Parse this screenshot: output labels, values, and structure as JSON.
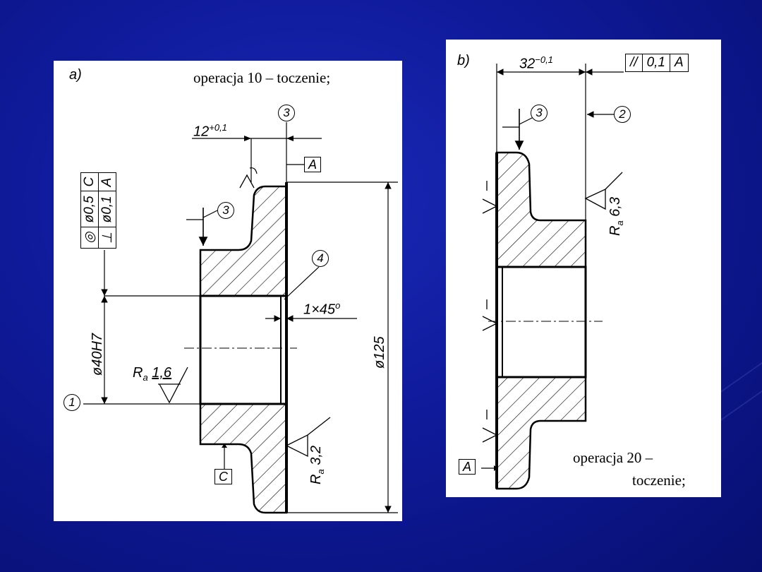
{
  "panel_a": {
    "label": "a)",
    "operation": "operacja 10 – toczenie;",
    "dim_12": "12",
    "dim_12_tol": "+0,1",
    "datum_a": "A",
    "datum_c": "C",
    "callout_3": "3",
    "callout_4": "4",
    "callout_1": "1",
    "chamfer": "1×45",
    "chamfer_deg": "o",
    "bore_dim": "ø40H7",
    "outer_dim": "ø125",
    "ra_bore_sym": "R",
    "ra_bore_sub": "a",
    "ra_bore_val": "1,6",
    "ra_face_sym": "R",
    "ra_face_sub": "a",
    "ra_face_val": "3,2",
    "fcf_row1": [
      "◎",
      "ø0,5",
      "C"
    ],
    "fcf_row2": [
      "⊥",
      "ø0,1",
      "A"
    ]
  },
  "panel_b": {
    "label": "b)",
    "dim_32": "32",
    "dim_32_tol": "−0,1",
    "fcf": [
      "//",
      "0,1",
      "A"
    ],
    "callout_3": "3",
    "callout_2": "2",
    "ra_sym": "R",
    "ra_sub": "a",
    "ra_val": "6,3",
    "datum_a": "A",
    "operation_line1": "operacja  20 –",
    "operation_line2": "toczenie;"
  }
}
